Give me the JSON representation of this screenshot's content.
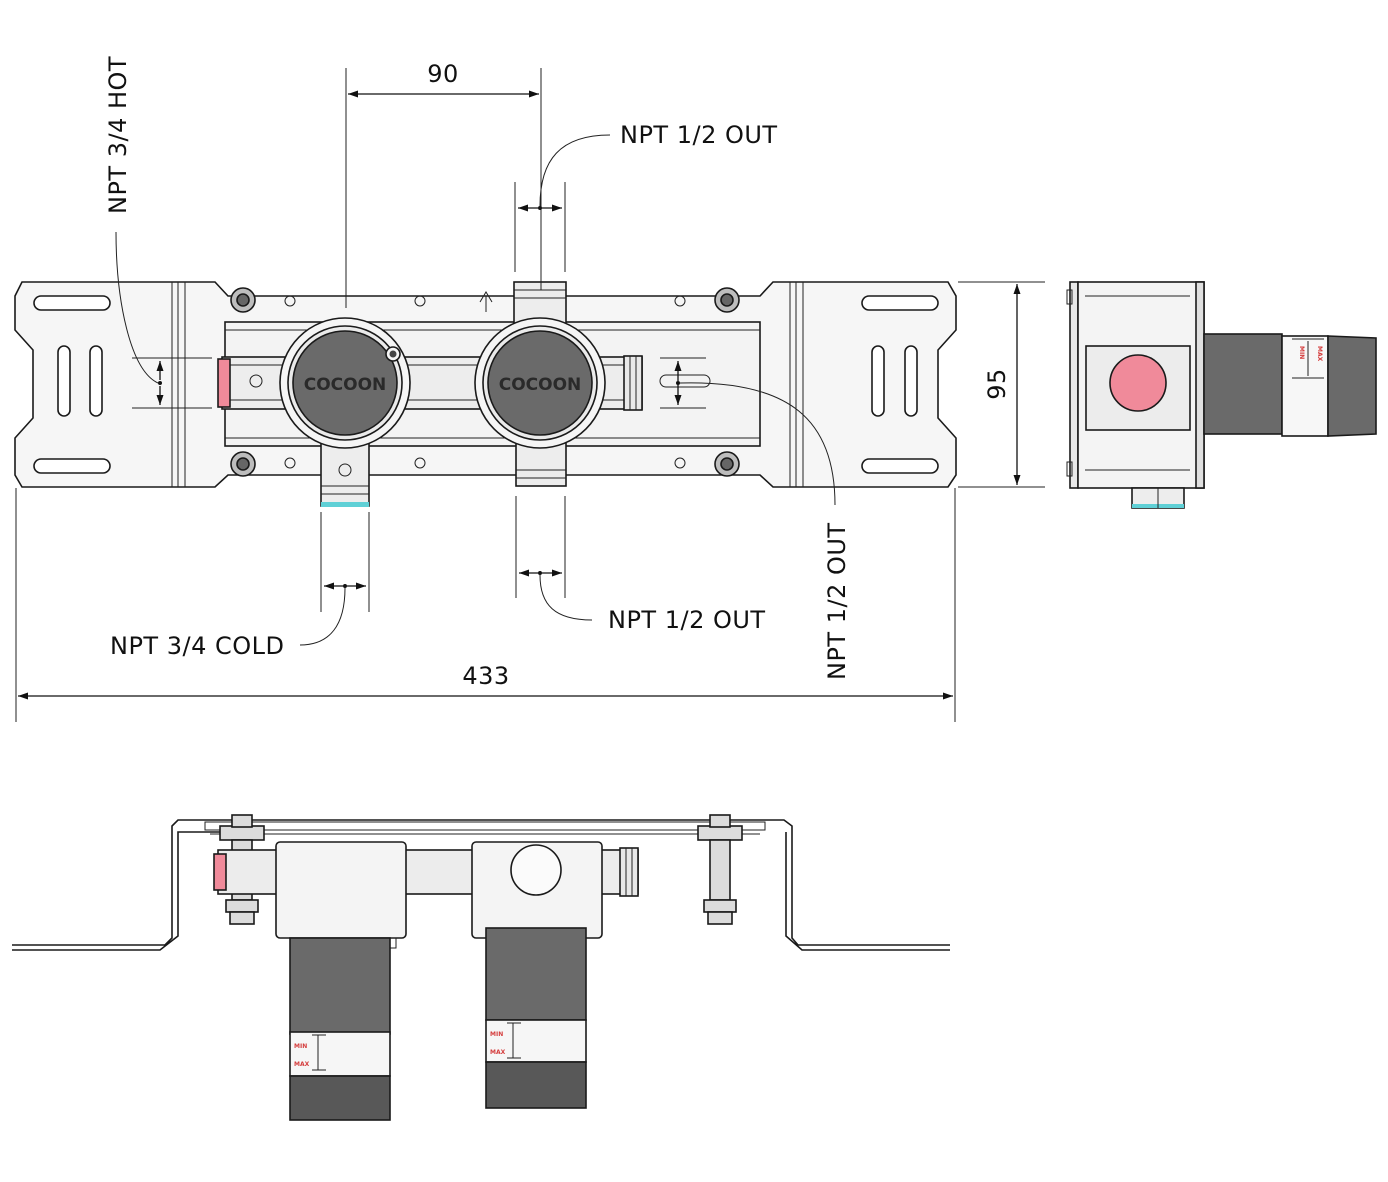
{
  "dimensions": {
    "centers": "90",
    "height": "95",
    "width": "433"
  },
  "ports": {
    "hot": "NPT 3/4 HOT",
    "cold": "NPT 3/4 COLD",
    "out_top": "NPT 1/2 OUT",
    "out_bottom": "NPT 1/2 OUT",
    "out_right": "NPT 1/2 OUT"
  },
  "brand": {
    "left_cap": "COCOON",
    "right_cap": "COCOON"
  },
  "depth_gauge": {
    "min": "MIN",
    "max": "MAX"
  },
  "colors": {
    "hot": "#f08a9a",
    "cold": "#5fd0d6",
    "cap": "#666666",
    "outline": "#1a1a1a"
  }
}
